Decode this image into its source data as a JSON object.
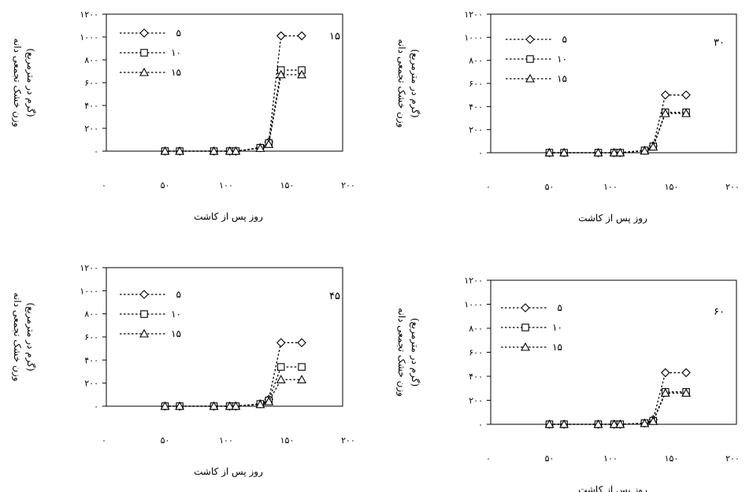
{
  "chart_data": [
    {
      "type": "line",
      "panel_label": "۱۵",
      "xlabel": "روز پس از کاشت",
      "ylabel_line1": "وزن خشک تجمعی دانه",
      "ylabel_line2": "(گرم در مترمربع)",
      "xlim": [
        0,
        200
      ],
      "ylim": [
        0,
        1200
      ],
      "x_ticks": [
        0,
        50,
        100,
        150,
        200
      ],
      "x_tick_labels": [
        "۰",
        "۵۰",
        "۱۰۰",
        "۱۵۰",
        "۲۰۰"
      ],
      "y_ticks": [
        0,
        200,
        400,
        600,
        800,
        1000,
        1200
      ],
      "y_tick_labels": [
        "۰",
        "۲۰۰",
        "۴۰۰",
        "۶۰۰",
        "۸۰۰",
        "۱۰۰۰",
        "۱۲۰۰"
      ],
      "x": [
        50,
        62,
        90,
        103,
        108,
        128,
        135,
        145,
        162
      ],
      "series": [
        {
          "name": "۵",
          "marker": "diamond",
          "values": [
            0,
            0,
            0,
            0,
            0,
            30,
            80,
            1010,
            1010
          ]
        },
        {
          "name": "۱۰",
          "marker": "square",
          "values": [
            0,
            0,
            0,
            0,
            0,
            30,
            70,
            710,
            710
          ]
        },
        {
          "name": "۱۵",
          "marker": "triangle",
          "values": [
            0,
            0,
            0,
            0,
            0,
            25,
            60,
            670,
            670
          ]
        }
      ],
      "legend_position": "top-left",
      "grid": false
    },
    {
      "type": "line",
      "panel_label": "۳۰",
      "xlabel": "روز پس از کاشت",
      "ylabel_line1": "وزن خشک تجمعی دانه",
      "ylabel_line2": "(گرم در مترمربع)",
      "xlim": [
        0,
        200
      ],
      "ylim": [
        0,
        1200
      ],
      "x_ticks": [
        0,
        50,
        100,
        150,
        200
      ],
      "x_tick_labels": [
        "۰",
        "۵۰",
        "۱۰۰",
        "۱۵۰",
        "۲۰۰"
      ],
      "y_ticks": [
        0,
        200,
        400,
        600,
        800,
        1000,
        1200
      ],
      "y_tick_labels": [
        "۰",
        "۲۰۰",
        "۴۰۰",
        "۶۰۰",
        "۸۰۰",
        "۱۰۰۰",
        "۱۲۰۰"
      ],
      "x": [
        50,
        62,
        90,
        103,
        108,
        128,
        135,
        145,
        162
      ],
      "series": [
        {
          "name": "۵",
          "marker": "diamond",
          "values": [
            0,
            0,
            0,
            0,
            0,
            20,
            60,
            500,
            500
          ]
        },
        {
          "name": "۱۰",
          "marker": "square",
          "values": [
            0,
            0,
            0,
            0,
            0,
            20,
            55,
            350,
            350
          ]
        },
        {
          "name": "۱۵",
          "marker": "triangle",
          "values": [
            0,
            0,
            0,
            0,
            0,
            15,
            50,
            340,
            340
          ]
        }
      ],
      "legend_position": "top-left",
      "grid": false
    },
    {
      "type": "line",
      "panel_label": "۴۵",
      "xlabel": "روز پس از کاشت",
      "ylabel_line1": "وزن خشک تجمعی دانه",
      "ylabel_line2": "(گرم در مترمربع)",
      "xlim": [
        0,
        200
      ],
      "ylim": [
        0,
        1200
      ],
      "x_ticks": [
        0,
        50,
        100,
        150,
        200
      ],
      "x_tick_labels": [
        "۰",
        "۵۰",
        "۱۰۰",
        "۱۵۰",
        "۲۰۰"
      ],
      "y_ticks": [
        0,
        200,
        400,
        600,
        800,
        1000,
        1200
      ],
      "y_tick_labels": [
        "۰",
        "۲۰۰",
        "۴۰۰",
        "۶۰۰",
        "۸۰۰",
        "۱۰۰۰",
        "۱۲۰۰"
      ],
      "x": [
        50,
        62,
        90,
        103,
        108,
        128,
        135,
        145,
        162
      ],
      "series": [
        {
          "name": "۵",
          "marker": "diamond",
          "values": [
            0,
            0,
            0,
            0,
            0,
            20,
            60,
            550,
            550
          ]
        },
        {
          "name": "۱۰",
          "marker": "square",
          "values": [
            0,
            0,
            0,
            0,
            0,
            20,
            50,
            340,
            340
          ]
        },
        {
          "name": "۱۵",
          "marker": "triangle",
          "values": [
            0,
            0,
            0,
            0,
            0,
            15,
            40,
            230,
            230
          ]
        }
      ],
      "legend_position": "top-left",
      "grid": false
    },
    {
      "type": "line",
      "panel_label": "۶۰",
      "xlabel": "روز پس از کاشت",
      "ylabel_line1": "وزن خشک تجمعی دانه",
      "ylabel_line2": "(گرم در مترمربع)",
      "xlim": [
        0,
        200
      ],
      "ylim": [
        0,
        1200
      ],
      "x_ticks": [
        0,
        50,
        100,
        150,
        200
      ],
      "x_tick_labels": [
        "۰",
        "۵۰",
        "۱۰۰",
        "۱۵۰",
        "۲۰۰"
      ],
      "y_ticks": [
        0,
        200,
        400,
        600,
        800,
        1000,
        1200
      ],
      "y_tick_labels": [
        "۰",
        "۲۰۰",
        "۴۰۰",
        "۶۰۰",
        "۸۰۰",
        "۱۰۰۰",
        "۱۲۰۰"
      ],
      "x": [
        50,
        62,
        90,
        103,
        108,
        128,
        135,
        145,
        162
      ],
      "series": [
        {
          "name": "۵",
          "marker": "diamond",
          "values": [
            0,
            0,
            0,
            0,
            0,
            10,
            40,
            430,
            430
          ]
        },
        {
          "name": "۱۰",
          "marker": "square",
          "values": [
            0,
            0,
            0,
            0,
            0,
            10,
            30,
            270,
            270
          ]
        },
        {
          "name": "۱۵",
          "marker": "triangle",
          "values": [
            0,
            0,
            0,
            0,
            0,
            8,
            25,
            260,
            260
          ]
        }
      ],
      "legend_position": "top-left",
      "grid": false
    }
  ]
}
